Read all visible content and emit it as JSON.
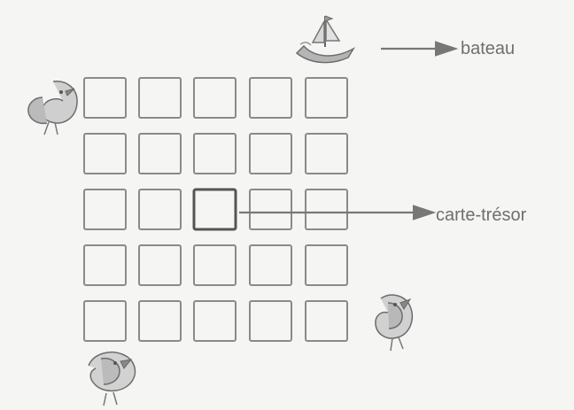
{
  "labels": {
    "bateau": "bateau",
    "carte_tresor": "carte-trésor"
  },
  "grid": {
    "rows": 5,
    "columns": 5,
    "highlighted_cell": {
      "row": 3,
      "column": 3
    }
  },
  "icons": {
    "top_ship": "boat-icon",
    "left_parrot": "parrot-icon",
    "right_parrot": "parrot-icon",
    "bottom_parrot": "parrot-icon"
  },
  "colors": {
    "background": "#f5f5f3",
    "grid_stroke": "#8a8a8a",
    "highlight_stroke": "#555555",
    "arrow": "#777777",
    "text": "#6f6f6f"
  }
}
